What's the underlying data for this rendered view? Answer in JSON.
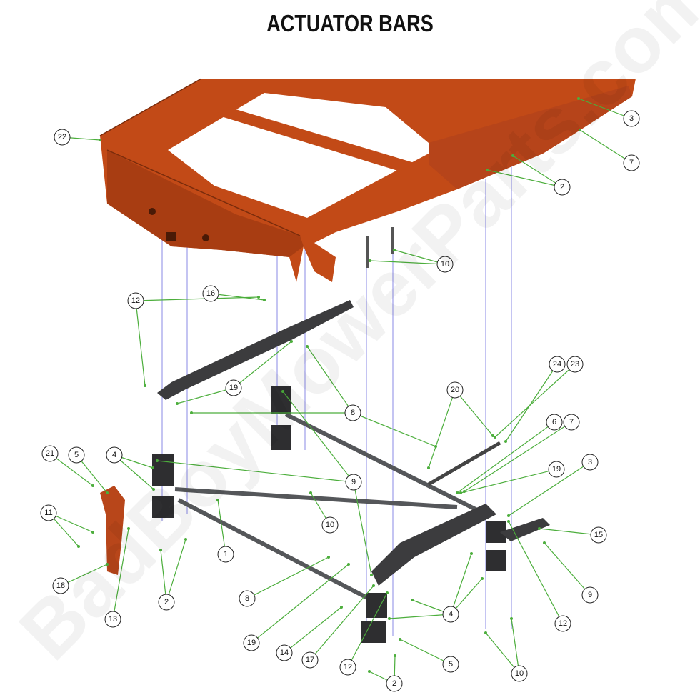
{
  "title": "ACTUATOR BARS",
  "watermark": "BadBoyMowerParts.com",
  "colors": {
    "frame": "#c24a17",
    "frame_dark": "#8f3510",
    "bars": "#3c3c3e",
    "leader": "#4cae3c",
    "alignment": "#8a8ae6"
  },
  "callouts": [
    "22",
    "3",
    "7",
    "2",
    "10",
    "16",
    "12",
    "19",
    "8",
    "24",
    "23",
    "20",
    "6",
    "7",
    "19",
    "3",
    "21",
    "5",
    "4",
    "9",
    "11",
    "10",
    "15",
    "1",
    "18",
    "2",
    "8",
    "9",
    "13",
    "4",
    "12",
    "19",
    "14",
    "17",
    "12",
    "5",
    "2",
    "10"
  ]
}
